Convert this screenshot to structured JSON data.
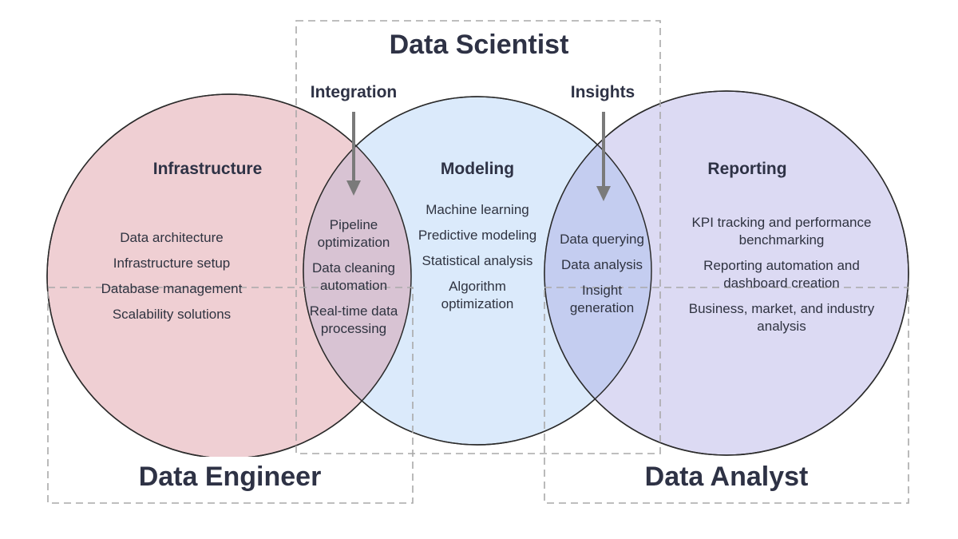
{
  "roles": {
    "data_scientist": "Data Scientist",
    "data_engineer": "Data Engineer",
    "data_analyst": "Data Analyst"
  },
  "overlaps": {
    "left_label": "Integration",
    "right_label": "Insights"
  },
  "areas": {
    "infrastructure": {
      "title": "Infrastructure",
      "items": [
        "Data architecture",
        "Infrastructure setup",
        "Database management",
        "Scalability solutions"
      ]
    },
    "integration": {
      "items": [
        "Pipeline optimization",
        "Data cleaning automation",
        "Real-time data processing"
      ]
    },
    "modeling": {
      "title": "Modeling",
      "items": [
        "Machine learning",
        "Predictive modeling",
        "Statistical analysis",
        "Algorithm optimization"
      ]
    },
    "insights": {
      "items": [
        "Data querying",
        "Data analysis",
        "Insight generation"
      ]
    },
    "reporting": {
      "title": "Reporting",
      "items": [
        "KPI tracking and performance benchmarking",
        "Reporting automation and dashboard creation",
        "Business, market, and industry analysis"
      ]
    }
  },
  "colors": {
    "engineer_circle": "#efcfd3",
    "scientist_circle": "#dbeafb",
    "analyst_circle": "#dcdaf3",
    "engineer_scientist_overlap": "#d8c3d3",
    "scientist_analyst_overlap": "#c4cdf0",
    "outline": "#2b2b2b",
    "dashed_box": "#a9a9a9",
    "arrow": "#7a7a7a"
  }
}
